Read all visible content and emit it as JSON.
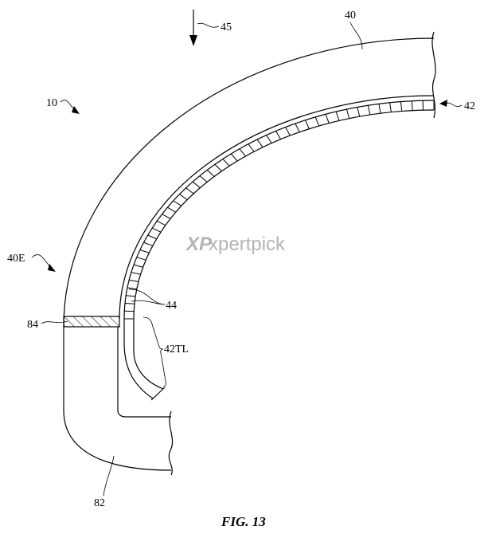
{
  "figure": {
    "caption": "FIG. 13",
    "labels": {
      "direction_arrow": "45",
      "housing": "40",
      "device": "10",
      "display": "42",
      "housing_edge": "40E",
      "cells": "44",
      "seal": "84",
      "display_tail": "42TL",
      "lower_housing": "82"
    },
    "watermark": {
      "logo": "XP",
      "text": "xpertpick"
    }
  }
}
